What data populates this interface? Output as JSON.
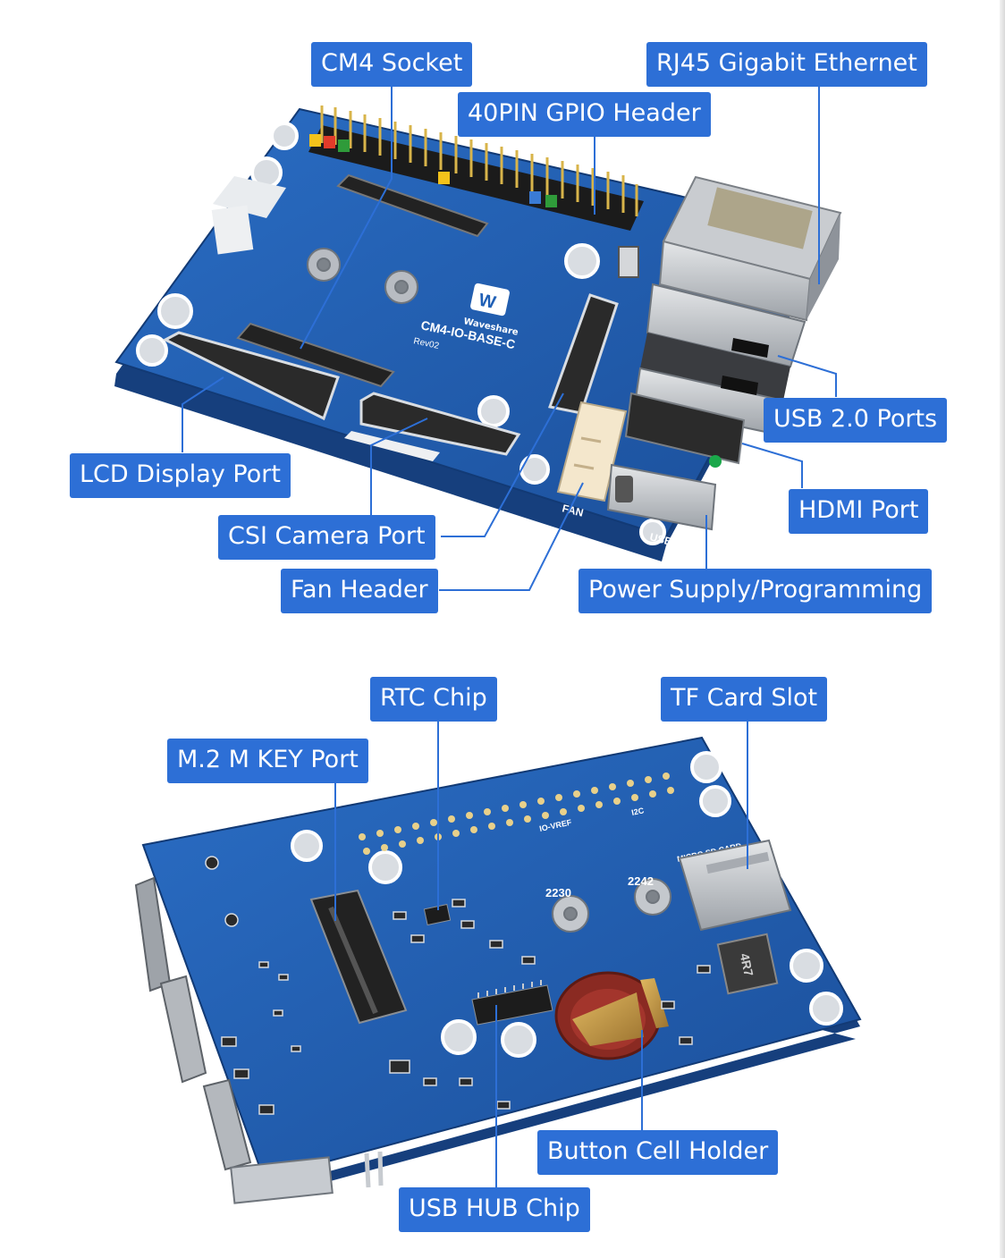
{
  "colors": {
    "callout_bg": "#2d6fd6",
    "callout_text": "#ffffff",
    "leader_line": "#2d6fd6",
    "pcb_blue": "#1f5fb5",
    "pcb_edge": "#16417f",
    "gold": "#c9a24a",
    "silver": "#c5c8cc"
  },
  "top_board": {
    "silkscreen": {
      "brand": "Waveshare",
      "model": "CM4-IO-BASE-C",
      "revision": "Rev02",
      "fan": "FAN",
      "usb": "USB"
    },
    "labels": {
      "cm4_socket": "CM4 Socket",
      "gpio_header": "40PIN GPIO Header",
      "rj45": "RJ45 Gigabit Ethernet",
      "usb2_ports": "USB 2.0 Ports",
      "lcd_port": "LCD Display Port",
      "hdmi_port": "HDMI Port",
      "csi_port": "CSI Camera Port",
      "fan_header": "Fan Header",
      "power_prog": "Power Supply/Programming"
    }
  },
  "bottom_board": {
    "silkscreen": {
      "m2_2230": "2230",
      "m2_2242": "2242",
      "sd": "MICRO SD CARD",
      "io_vref": "IO-VREF",
      "i2c": "I2C",
      "inductor": "4R7"
    },
    "labels": {
      "rtc_chip": "RTC Chip",
      "tf_slot": "TF Card Slot",
      "m2_port": "M.2 M KEY Port",
      "cell_holder": "Button Cell Holder",
      "usb_hub": "USB HUB Chip"
    }
  }
}
